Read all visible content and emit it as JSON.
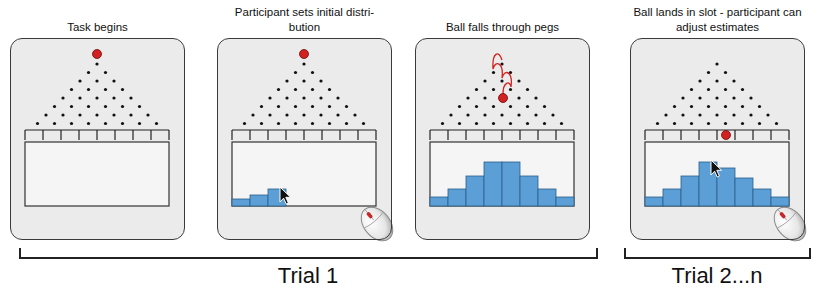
{
  "diagram": {
    "nodes": [
      {
        "text": [
          "Task begins"
        ]
      },
      {
        "text": [
          "Participant sets initial distri- bution"
        ]
      },
      {
        "text": [
          "Ball falls through pegs"
        ]
      },
      {
        "text": [
          "Ball lands in slot - participant can adjust estimates"
        ]
      }
    ],
    "labels": [
      "Trial 1",
      "Trial 2...n"
    ]
  }
}
